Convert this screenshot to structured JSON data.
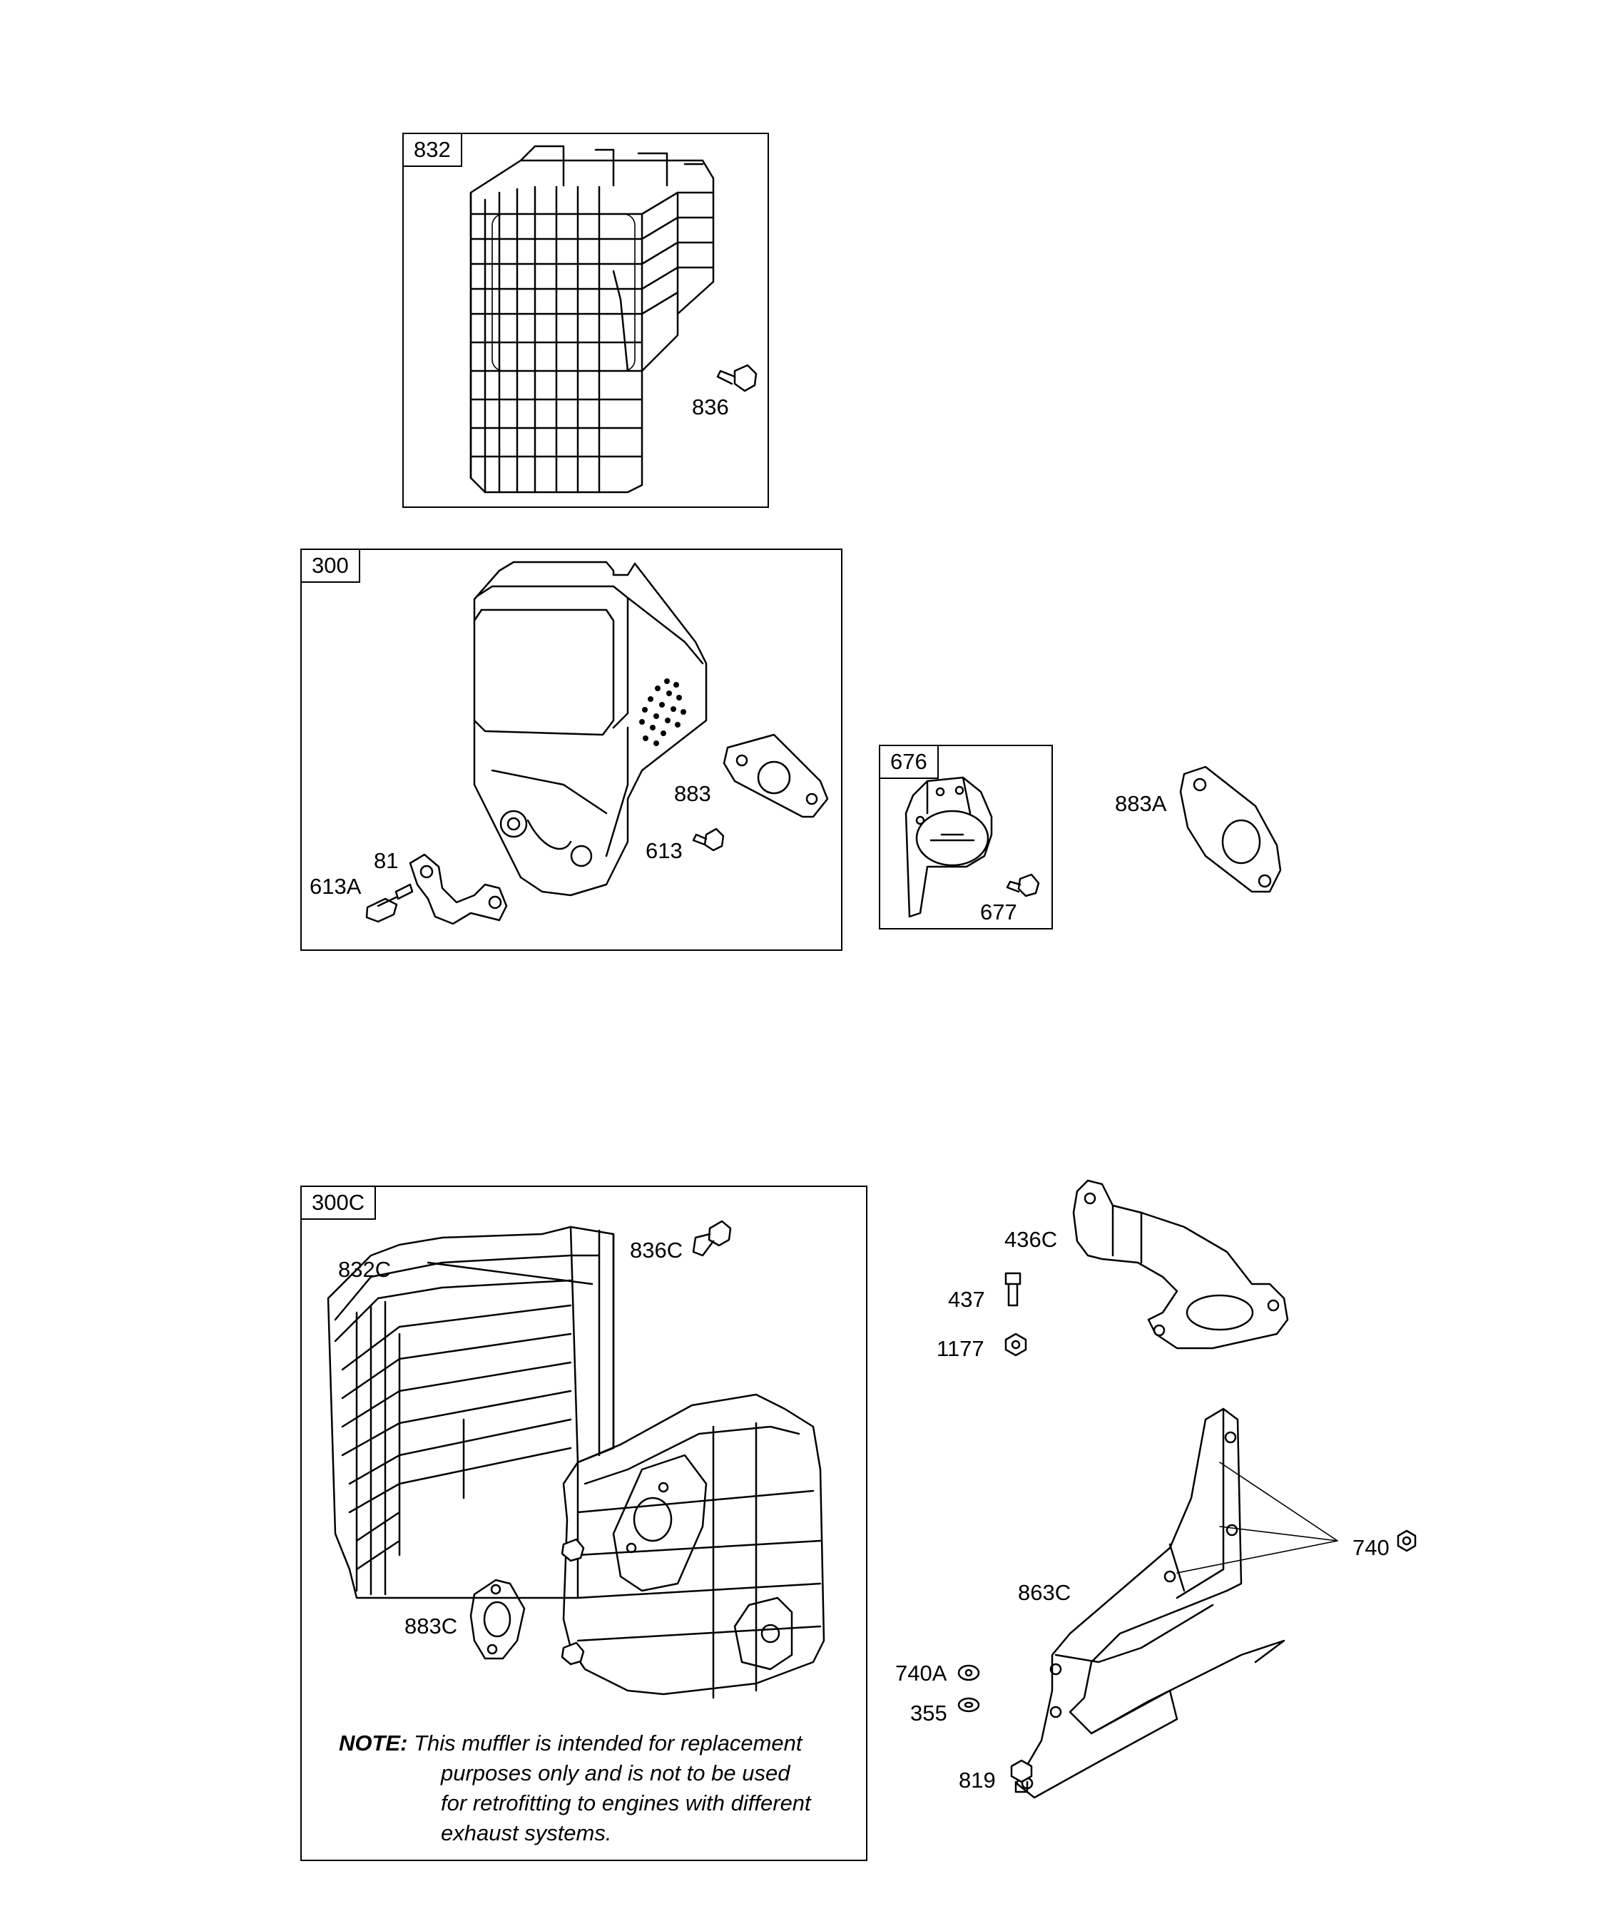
{
  "boxes": {
    "b832": "832",
    "b300": "300",
    "b676": "676",
    "b300c": "300C"
  },
  "parts": {
    "p836": "836",
    "p883": "883",
    "p81": "81",
    "p613": "613",
    "p613a": "613A",
    "p677": "677",
    "p883a": "883A",
    "p836c": "836C",
    "p832c": "832C",
    "p883c": "883C",
    "p436c": "436C",
    "p437": "437",
    "p1177": "1177",
    "p740": "740",
    "p863c": "863C",
    "p740a": "740A",
    "p355": "355",
    "p819": "819"
  },
  "note": {
    "label": "NOTE:",
    "line1": "This muffler is intended for replacement",
    "line2": "purposes only and is not to be used",
    "line3": "for retrofitting to engines with different",
    "line4": "exhaust systems."
  }
}
